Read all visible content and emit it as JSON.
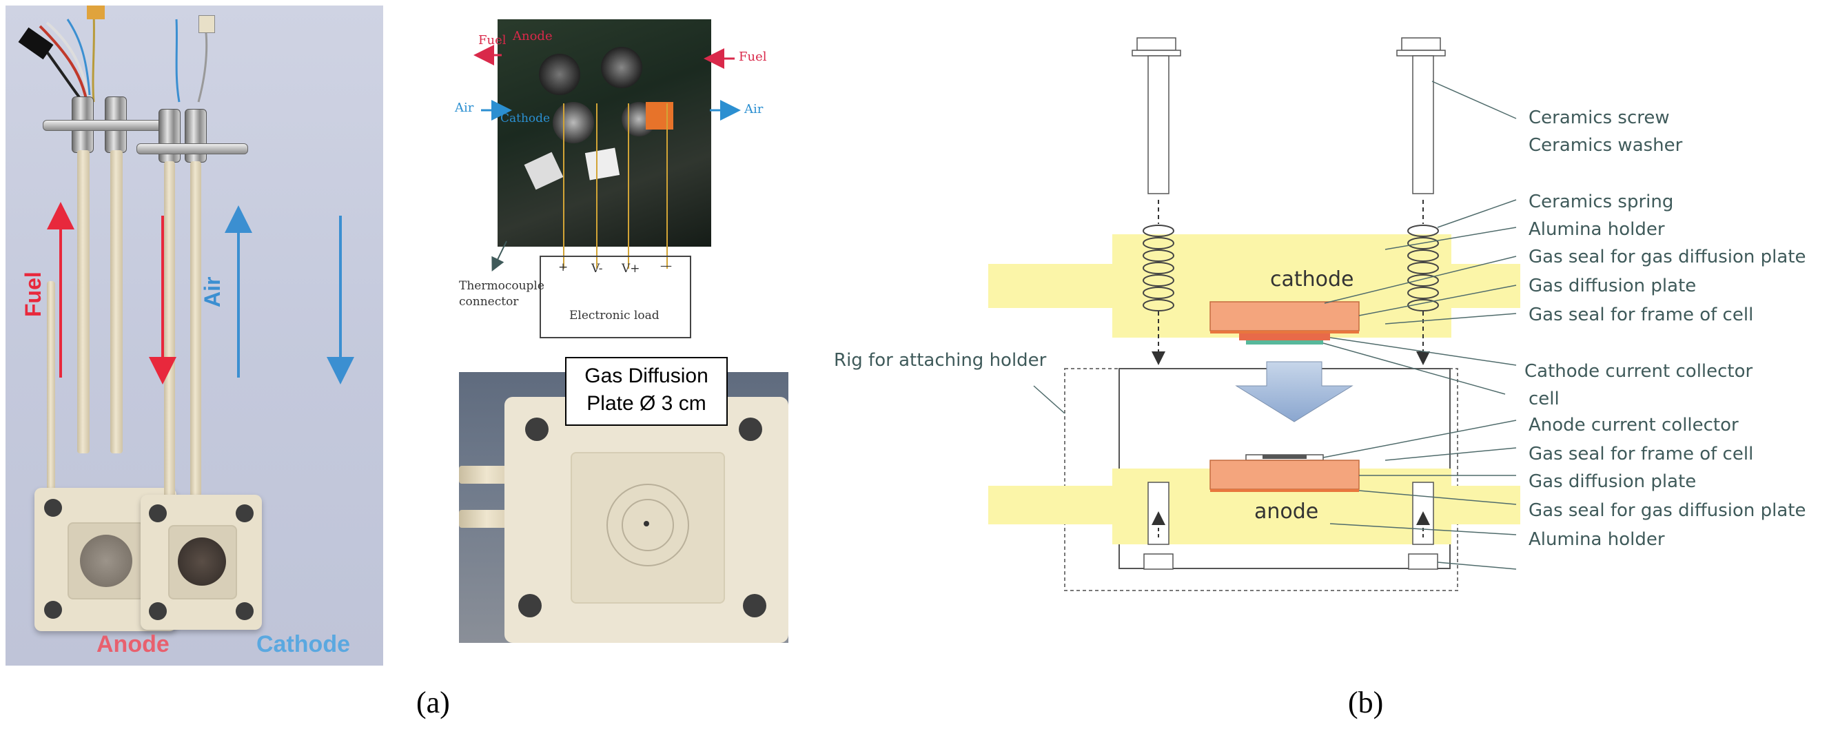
{
  "panel_a": {
    "caption": "(a)",
    "photo_left": {
      "fuel_label": "Fuel",
      "air_label": "Air",
      "anode_label": "Anode",
      "cathode_label": "Cathode"
    },
    "wiring_photo": {
      "anode": "Anode",
      "cathode": "Cathode",
      "fuel_left": "Fuel",
      "fuel_right": "Fuel",
      "air_left": "Air",
      "air_right": "Air",
      "terminal_plus": "+",
      "terminal_vminus": "V-",
      "terminal_vplus": "V+",
      "terminal_minus": "—",
      "electronic_load": "Electronic load",
      "thermocouple_line1": "Thermocouple",
      "thermocouple_line2": "connector"
    },
    "plate_photo": {
      "callout_line1": "Gas Diffusion",
      "callout_line2": "Plate Ø 3 cm"
    }
  },
  "panel_b": {
    "caption": "(b)",
    "cathode_text": "cathode",
    "anode_text": "anode",
    "rig_label": "Rig for attaching holder",
    "labels": [
      "Ceramics screw",
      "Ceramics washer",
      "Ceramics spring",
      "Alumina holder",
      "Gas seal for gas diffusion plate",
      "Gas diffusion plate",
      "Gas seal for frame of cell",
      "Cathode current collector",
      "cell",
      "Anode current collector",
      "Gas seal for frame of cell",
      "Gas diffusion plate",
      "Gas seal for gas diffusion plate",
      "Alumina holder"
    ]
  },
  "colors": {
    "fuel": "#e8283c",
    "air": "#3b8fd1",
    "anode_label": "#e8606e",
    "cathode_label": "#5aa8e0",
    "holder_yellow": "#fbf5a8",
    "plate_salmon": "#f4a57d",
    "diagram_text": "#3f5a5a",
    "arrow_blue": "#9db6d8"
  }
}
